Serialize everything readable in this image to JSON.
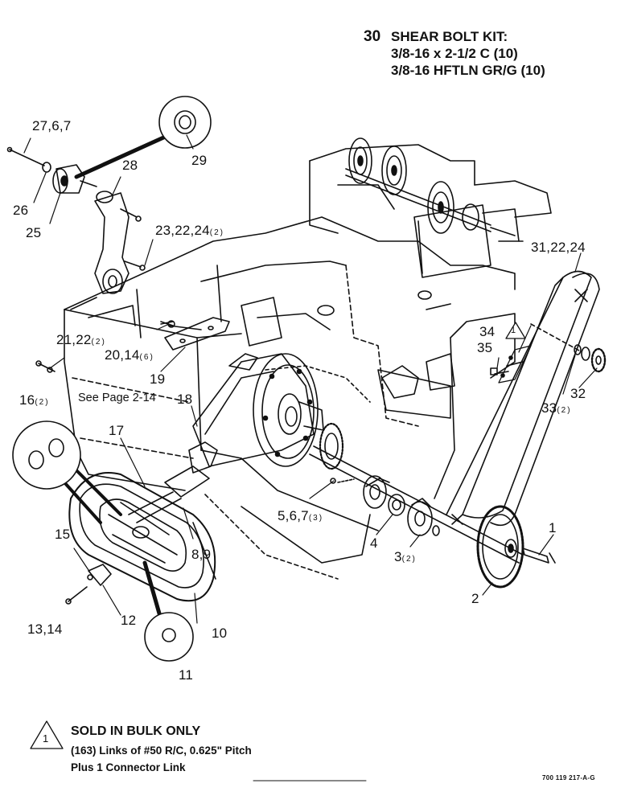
{
  "shear_bolt_kit": {
    "item_no": "30",
    "title": "SHEAR BOLT KIT:",
    "lines": [
      "3/8-16 x 2-1/2 C (10)",
      "3/8-16 HFTLN GR/G (10)"
    ]
  },
  "callouts": {
    "c1": {
      "text": "1",
      "qty": ""
    },
    "c2": {
      "text": "2",
      "qty": ""
    },
    "c3": {
      "text": "3",
      "qty": "(2)"
    },
    "c4": {
      "text": "4",
      "qty": ""
    },
    "c5": {
      "text": "5,6,7",
      "qty": "(3)"
    },
    "c8": {
      "text": "8,9",
      "qty": ""
    },
    "c10": {
      "text": "10",
      "qty": ""
    },
    "c11": {
      "text": "11",
      "qty": ""
    },
    "c12": {
      "text": "12",
      "qty": ""
    },
    "c13": {
      "text": "13,14",
      "qty": ""
    },
    "c15": {
      "text": "15",
      "qty": ""
    },
    "c16": {
      "text": "16",
      "qty": "(2)"
    },
    "c17": {
      "text": "17",
      "qty": ""
    },
    "c18": {
      "text": "18",
      "qty": ""
    },
    "c19": {
      "text": "19",
      "qty": ""
    },
    "c20": {
      "text": "20,14",
      "qty": "(6)"
    },
    "c21": {
      "text": "21,22",
      "qty": "(2)"
    },
    "c23": {
      "text": "23,22,24",
      "qty": "(2)"
    },
    "c25": {
      "text": "25",
      "qty": ""
    },
    "c26": {
      "text": "26",
      "qty": ""
    },
    "c27": {
      "text": "27,6,7",
      "qty": ""
    },
    "c28": {
      "text": "28",
      "qty": ""
    },
    "c29": {
      "text": "29",
      "qty": ""
    },
    "c31": {
      "text": "31,22,24",
      "qty": ""
    },
    "c32": {
      "text": "32",
      "qty": ""
    },
    "c33": {
      "text": "33",
      "qty": "(2)"
    },
    "c34": {
      "text": "34",
      "qty": ""
    },
    "c35": {
      "text": "35",
      "qty": ""
    }
  },
  "see_page": "See Page 2-14",
  "note": {
    "symbol": "1",
    "title": "SOLD IN BULK ONLY",
    "line1": "(163) Links of #50 R/C, 0.625\" Pitch",
    "line2": "Plus 1 Connector Link"
  },
  "doc_id": "700 119 217-A-G"
}
